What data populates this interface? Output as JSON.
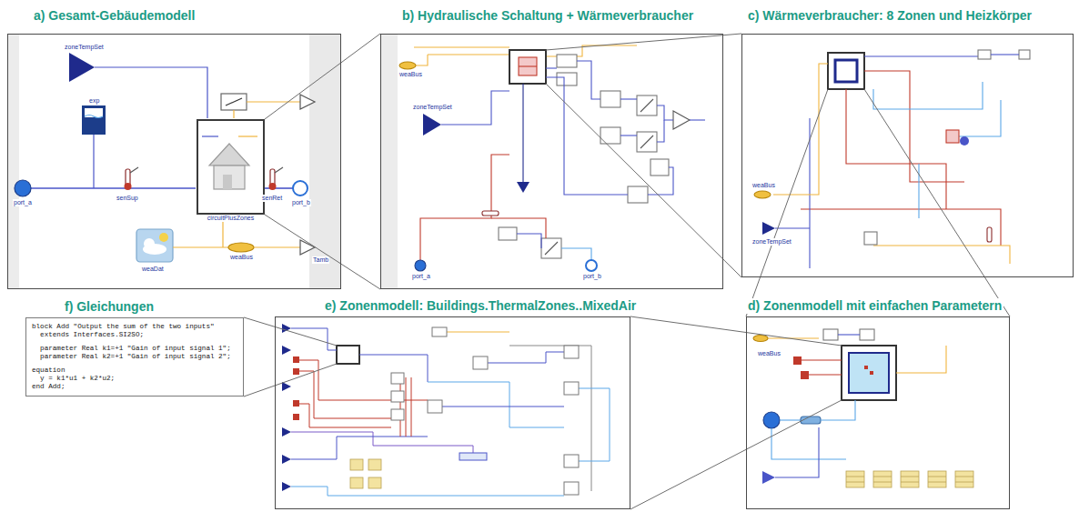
{
  "diagram": {
    "nodes": [
      {
        "text": [
          "a) Gesamt-Gebäudemodell"
        ]
      },
      {
        "text": [
          "circuitPlusZones"
        ],
        "in": 0
      },
      {
        "text": [
          "b) Hydraulische Schaltung + Wärmeverbraucher"
        ]
      },
      {
        "text": [
          "c) Wärmeverbraucher: 8 Zonen und Heizkörper"
        ]
      },
      {
        "text": [
          "f) Gleichungen",
          "block Add \"Output the sum of the two inputs\"",
          "  extends Interfaces.SI2SO;",
          "  parameter Real k1=+1 \"Gain of input signal 1\";",
          "  parameter Real k2=+1 \"Gain of input signal 2\";",
          "equation",
          "  y = k1*u1 + k2*u2;",
          "end Add;"
        ]
      },
      {
        "text": [
          "e) Zonenmodell: Buildings.ThermalZones..MixedAir"
        ]
      },
      {
        "text": [
          "d) Zonenmodell mit einfachen Parametern"
        ]
      }
    ],
    "edges": [
      {
        "from": 1,
        "to": 2,
        "arrow": "none"
      },
      {
        "from": 2,
        "to": 3,
        "arrow": "none"
      },
      {
        "from": 3,
        "to": 6,
        "arrow": "none"
      },
      {
        "from": 6,
        "to": 5,
        "arrow": "none"
      },
      {
        "from": 5,
        "to": 4,
        "arrow": "none"
      }
    ],
    "labels": [
      "zoneTempSet",
      "exp",
      "port_a",
      "senSup",
      "senRet",
      "port_b",
      "weaDat",
      "weaBus",
      "Tamb",
      "zoneTempSet",
      "weaBus",
      "port_a",
      "port_b",
      "zoneTempSet",
      "weaBus",
      "weaBus"
    ]
  }
}
